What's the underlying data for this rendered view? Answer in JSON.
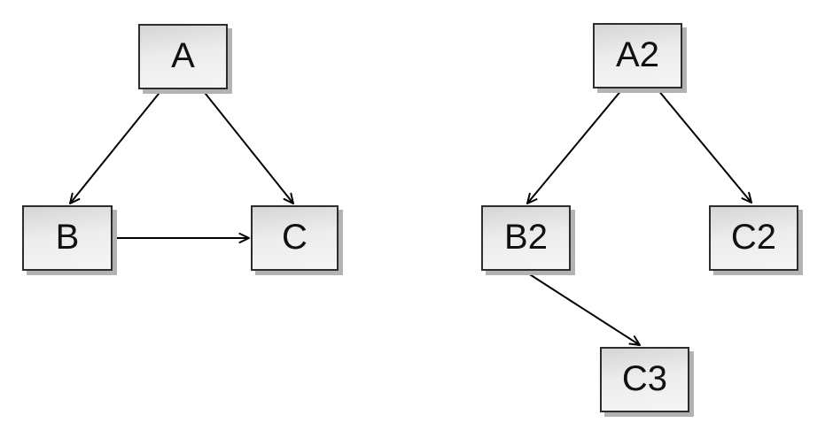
{
  "canvas": {
    "background": "#ffffff"
  },
  "nodes": {
    "a": {
      "label": "A"
    },
    "b": {
      "label": "B"
    },
    "c": {
      "label": "C"
    },
    "a2": {
      "label": "A2"
    },
    "b2": {
      "label": "B2"
    },
    "c2": {
      "label": "C2"
    },
    "c3": {
      "label": "C3"
    }
  },
  "edges": [
    {
      "from": "A",
      "to": "B",
      "arrowhead": "open"
    },
    {
      "from": "A",
      "to": "C",
      "arrowhead": "open"
    },
    {
      "from": "B",
      "to": "C",
      "arrowhead": "open"
    },
    {
      "from": "A2",
      "to": "B2",
      "arrowhead": "open"
    },
    {
      "from": "A2",
      "to": "C2",
      "arrowhead": "open"
    },
    {
      "from": "B2",
      "to": "C3",
      "arrowhead": "open"
    }
  ],
  "style": {
    "node_fill_top": "#d5d5d5",
    "node_fill_bottom": "#f5f5f5",
    "node_border": "#2d2d2d",
    "node_shadow": "#b3b3b3",
    "edge_color": "#000000",
    "text_color": "#111111"
  }
}
